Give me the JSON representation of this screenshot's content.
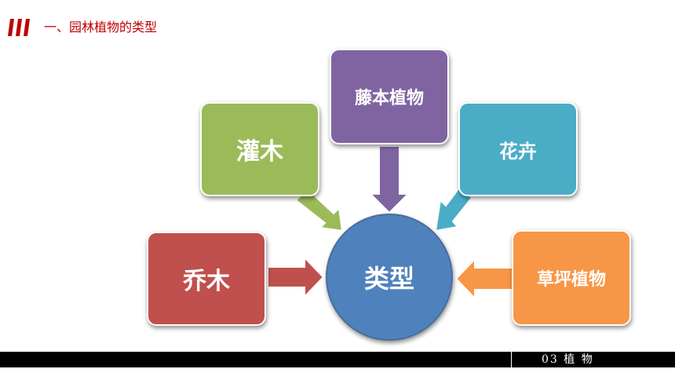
{
  "header": {
    "title": "一、园林植物的类型"
  },
  "diagram": {
    "center": {
      "label": "类型",
      "color": "#4f81bd"
    },
    "nodes": [
      {
        "id": "qiaomu",
        "label": "乔木",
        "color": "#c0504d"
      },
      {
        "id": "guanmu",
        "label": "灌木",
        "color": "#9bbb59"
      },
      {
        "id": "tengben",
        "label": "藤本植物",
        "color": "#8064a2"
      },
      {
        "id": "huahui",
        "label": "花卉",
        "color": "#4bacc6"
      },
      {
        "id": "caoping",
        "label": "草坪植物",
        "color": "#f79646"
      }
    ]
  },
  "footer": {
    "text": "03 植 物"
  }
}
